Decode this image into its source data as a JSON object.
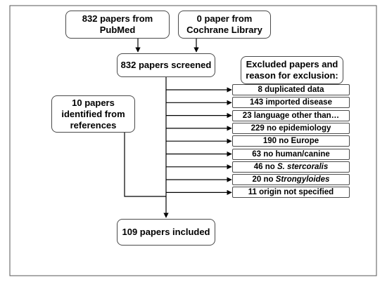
{
  "boxes": {
    "pubmed": {
      "line1": "832 papers from",
      "line2": "PubMed"
    },
    "cochrane": {
      "line1": "0 paper from",
      "line2": "Cochrane Library"
    },
    "screened": {
      "label": "832 papers screened"
    },
    "excluded_header": {
      "line1": "Excluded papers and",
      "line2": "reason for exclusion:"
    },
    "references": {
      "line1": "10 papers",
      "line2": "identified  from",
      "line3": "references"
    },
    "included": {
      "label": "109 papers included"
    }
  },
  "exclusions": [
    {
      "pre": "8 duplicated data",
      "italic": "",
      "post": ""
    },
    {
      "pre": "143 imported disease",
      "italic": "",
      "post": ""
    },
    {
      "pre": "23 language other than…",
      "italic": "",
      "post": ""
    },
    {
      "pre": "229 no epidemiology",
      "italic": "",
      "post": ""
    },
    {
      "pre": "190 no Europe",
      "italic": "",
      "post": ""
    },
    {
      "pre": "63 no human/canine",
      "italic": "",
      "post": ""
    },
    {
      "pre": "46 no ",
      "italic": "S. stercoralis",
      "post": ""
    },
    {
      "pre": "20 no ",
      "italic": "Strongyloides",
      "post": ""
    },
    {
      "pre": "11 origin not specified",
      "italic": "",
      "post": ""
    }
  ],
  "colors": {
    "line": "#000000",
    "border": "#4a4a4a",
    "frame": "#555555"
  }
}
